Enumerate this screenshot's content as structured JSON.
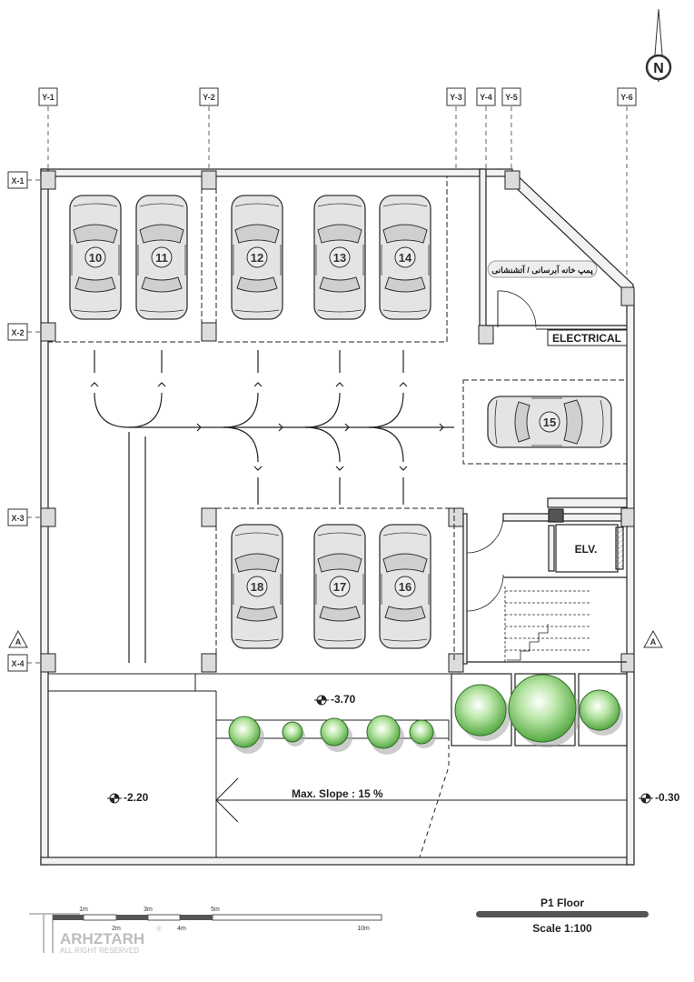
{
  "grid": {
    "y_axes": [
      "Y-1",
      "Y-2",
      "Y-3",
      "Y-4",
      "Y-5",
      "Y-6"
    ],
    "x_axes": [
      "X-1",
      "X-2",
      "X-3",
      "X-4"
    ],
    "section_marker": "A"
  },
  "north_label": "N",
  "cars": [
    {
      "number": "10"
    },
    {
      "number": "11"
    },
    {
      "number": "12"
    },
    {
      "number": "13"
    },
    {
      "number": "14"
    },
    {
      "number": "15"
    },
    {
      "number": "18"
    },
    {
      "number": "17"
    },
    {
      "number": "16"
    }
  ],
  "rooms": {
    "pump_room": "پمپ خانه آبرسانی / آتشنشانی",
    "electrical": "ELECTRICAL",
    "elevator": "ELV."
  },
  "levels": {
    "ramp_bottom": "-3.70",
    "left_area": "-2.20",
    "right_area": "-0.30"
  },
  "ramp_label": "Max. Slope : 15 %",
  "scale_bar": {
    "upper_ticks": [
      "1m",
      "3m",
      "5m"
    ],
    "lower_ticks": [
      "2m",
      "4m",
      "10m"
    ]
  },
  "title_block": {
    "floor": "P1 Floor",
    "scale": "Scale 1:100"
  },
  "watermark": {
    "brand": "ARHZTARH",
    "registered": "®",
    "rights": "ALL RIGHT RESERVED"
  },
  "colors": {
    "wall": "#f2f2f2",
    "stroke": "#222222",
    "car_fill": "#e4e4e4",
    "tree_green": "#7ec96a",
    "title_bar": "#555555"
  }
}
